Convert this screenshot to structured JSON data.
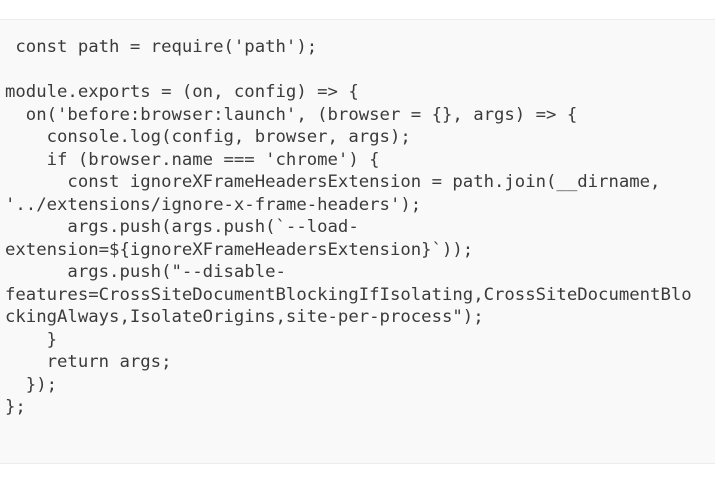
{
  "page": {
    "background_color": "#ffffff"
  },
  "code_block": {
    "language": "javascript",
    "background_color": "#f9f9f9",
    "border_color": "#ececec",
    "text_color": "#3b3b3b",
    "lines": [
      " const path = require('path');",
      "",
      "module.exports = (on, config) => {",
      "  on('before:browser:launch', (browser = {}, args) => {",
      "    console.log(config, browser, args);",
      "    if (browser.name === 'chrome') {",
      "      const ignoreXFrameHeadersExtension = path.join(__dirname,",
      "'../extensions/ignore-x-frame-headers');",
      "      args.push(args.push(`--load-",
      "extension=${ignoreXFrameHeadersExtension}`));",
      "      args.push(\"--disable-",
      "features=CrossSiteDocumentBlockingIfIsolating,CrossSiteDocumentBlo",
      "ckingAlways,IsolateOrigins,site-per-process\");",
      "    }",
      "    return args;",
      "  });",
      "};"
    ]
  }
}
